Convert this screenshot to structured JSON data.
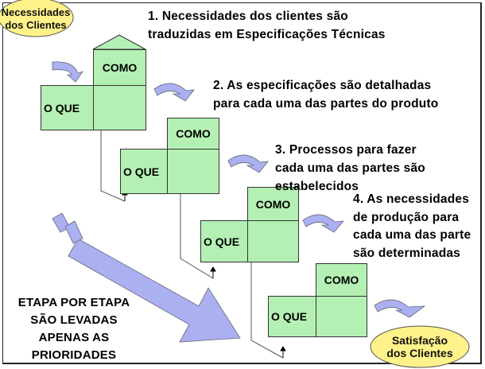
{
  "input_label": [
    "Necessidades",
    "dos Clientes"
  ],
  "output_label": [
    "Satisfação",
    "dos Clientes"
  ],
  "matrix": {
    "how": "COMO",
    "what": "O QUE"
  },
  "steps": [
    [
      "1. Necessidades dos clientes são",
      "traduzidas em Especificações Técnicas"
    ],
    [
      "2. As especificações são detalhadas",
      "para cada uma das partes do produto"
    ],
    [
      "3. Processos para fazer",
      "cada uma das partes são",
      "estabelecidos"
    ],
    [
      "4. As necessidades",
      "de produção para",
      "cada uma das parte",
      "são determinadas"
    ]
  ],
  "note": [
    "ETAPA POR ETAPA",
    "SÃO LEVADAS",
    "APENAS AS",
    "PRIORIDADES"
  ],
  "colors": {
    "matrix": "#b4f0b4",
    "arrow": "#aab0f0",
    "ellipse": "#fff28a"
  }
}
